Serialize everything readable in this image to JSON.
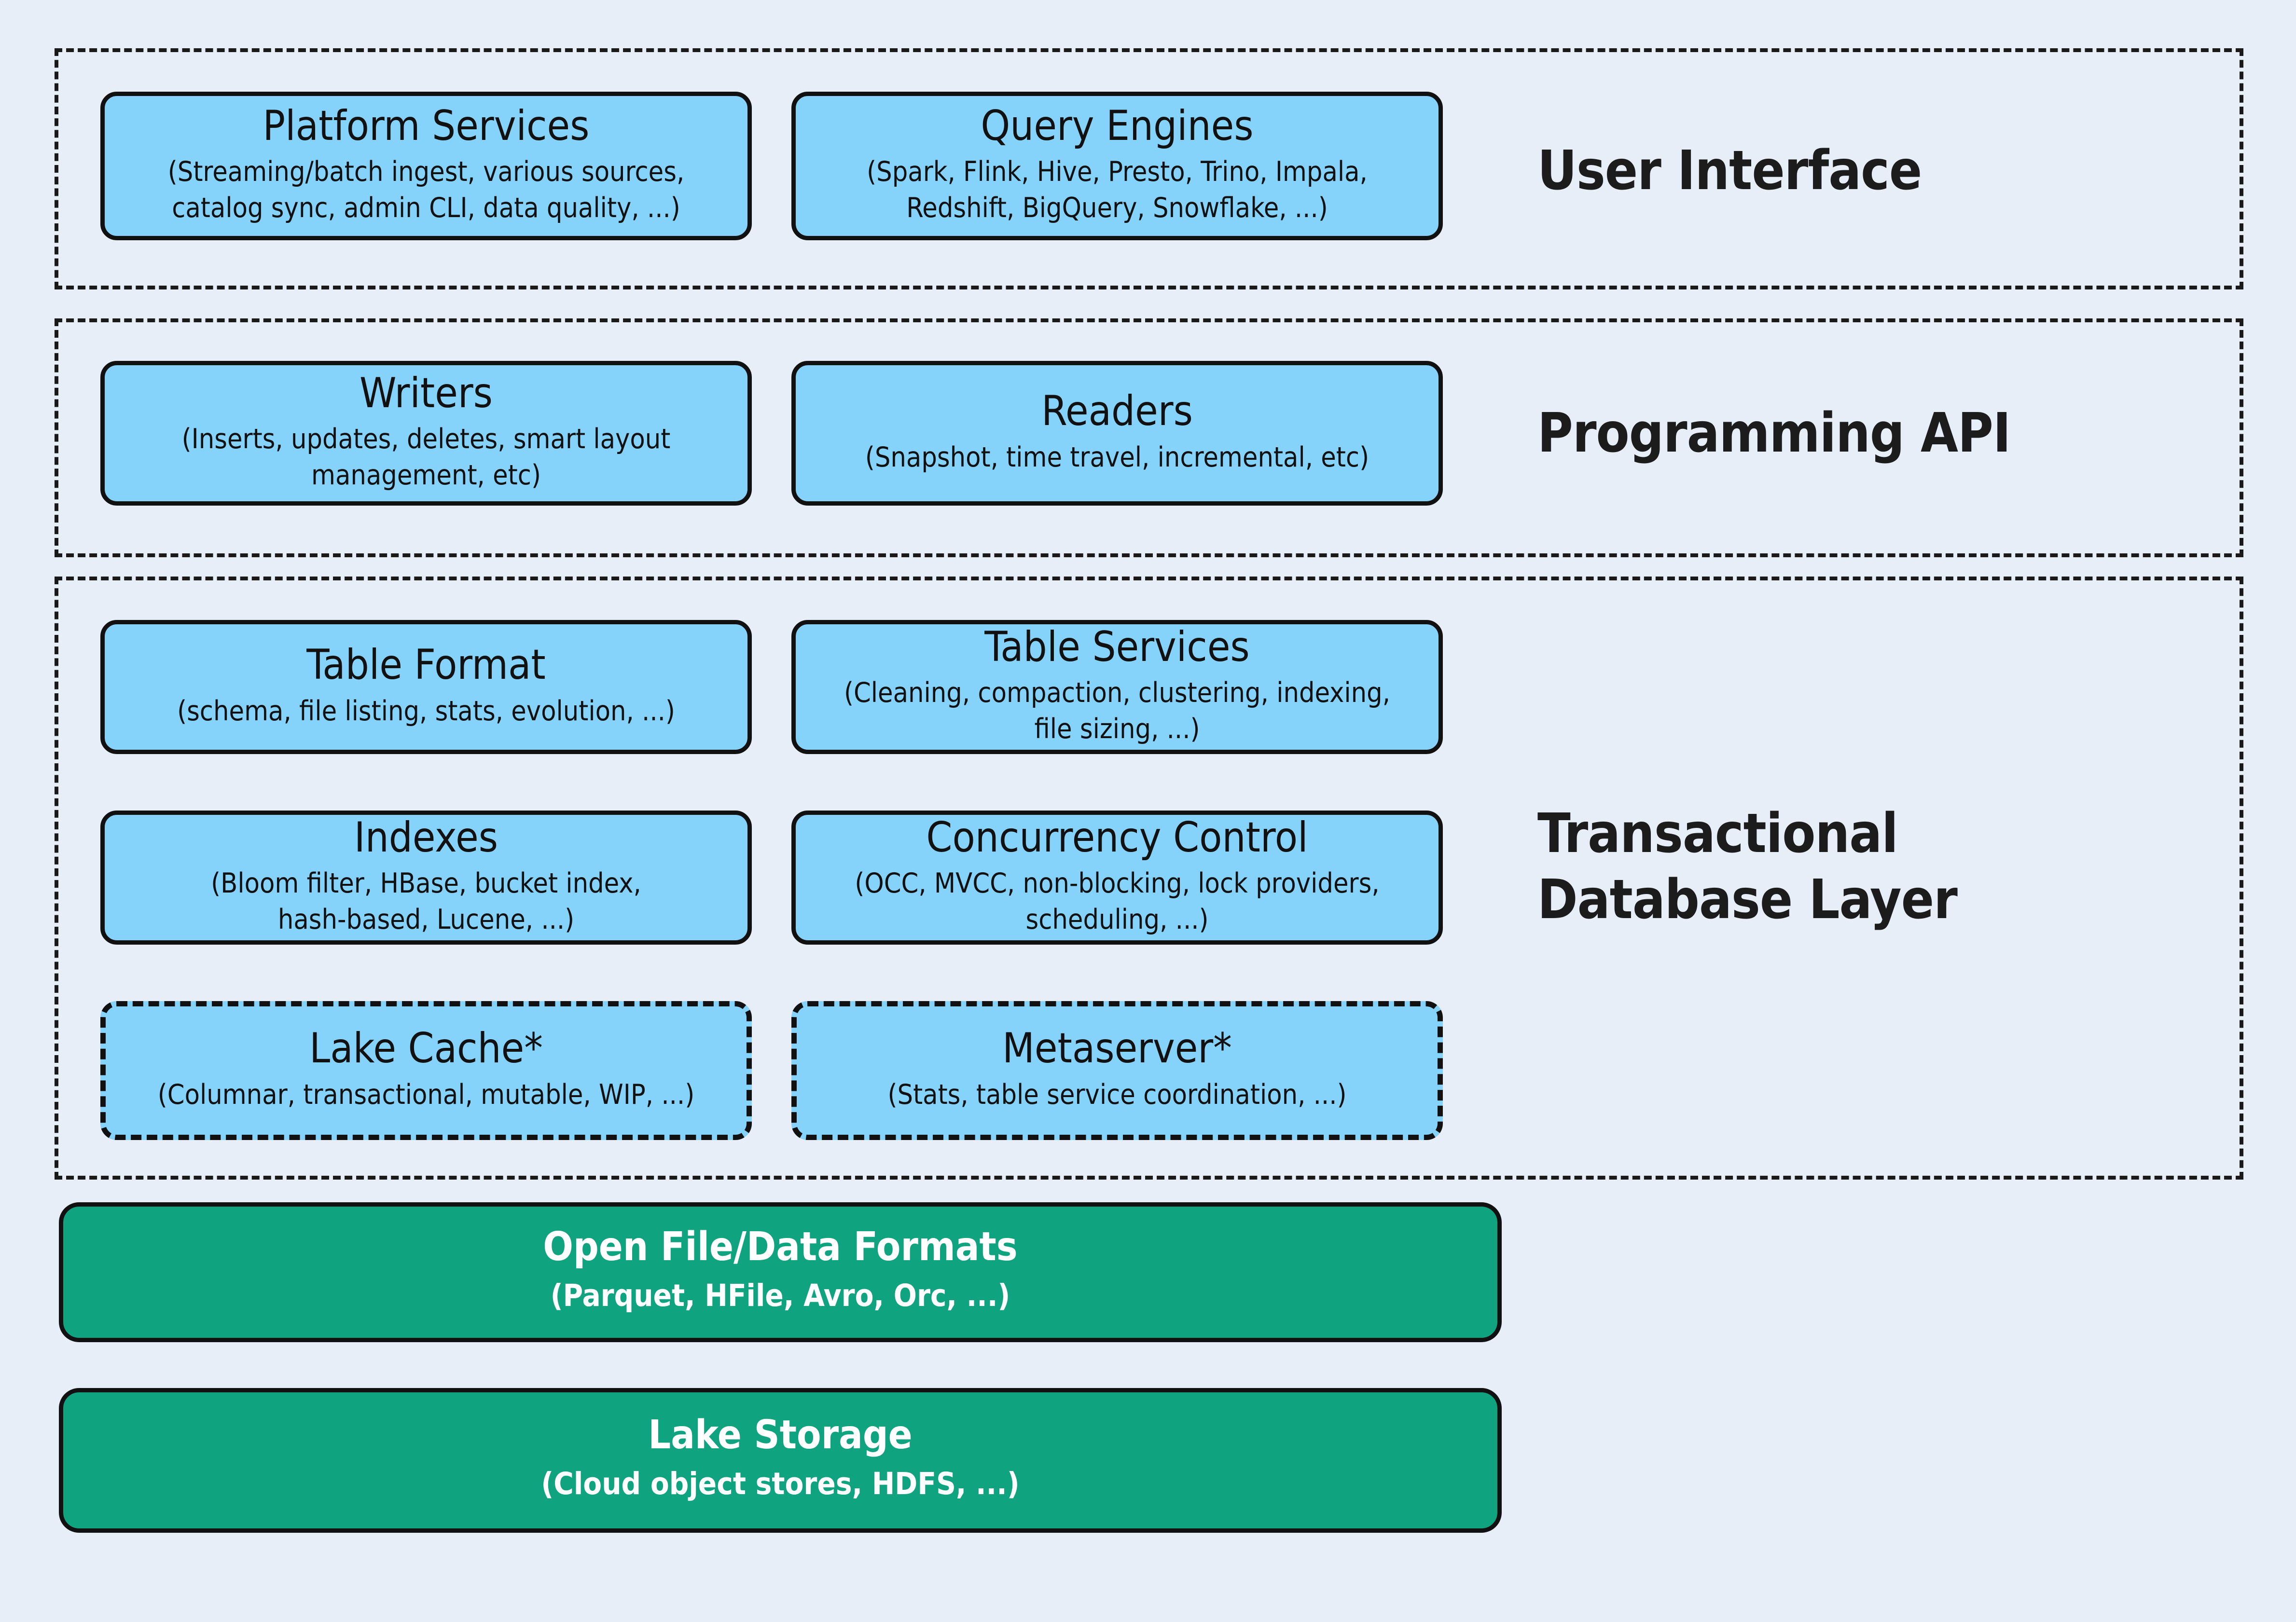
{
  "diagram": {
    "background_color": "#e8eef7",
    "accent_blue": "#85d2fb",
    "accent_green": "#10a37f",
    "stroke_color": "#111111"
  },
  "layers": [
    {
      "id": "user-interface",
      "title": "User Interface",
      "boxes": [
        {
          "id": "platform-services",
          "title": "Platform Services",
          "subtitle": "(Streaming/batch ingest, various sources,\ncatalog sync, admin CLI, data quality, ...)",
          "style": "solid"
        },
        {
          "id": "query-engines",
          "title": "Query Engines",
          "subtitle": "(Spark, Flink, Hive, Presto, Trino, Impala,\nRedshift, BigQuery, Snowflake, ...)",
          "style": "solid"
        }
      ]
    },
    {
      "id": "programming-api",
      "title": "Programming API",
      "boxes": [
        {
          "id": "writers",
          "title": "Writers",
          "subtitle": "(Inserts, updates, deletes, smart layout\nmanagement, etc)",
          "style": "solid"
        },
        {
          "id": "readers",
          "title": "Readers",
          "subtitle": "(Snapshot, time travel, incremental, etc)",
          "style": "solid"
        }
      ]
    },
    {
      "id": "transactional-database-layer",
      "title": "Transactional\nDatabase Layer",
      "boxes": [
        {
          "id": "table-format",
          "title": "Table Format",
          "subtitle": "(schema, file listing, stats, evolution, ...)",
          "style": "solid"
        },
        {
          "id": "table-services",
          "title": "Table Services",
          "subtitle": "(Cleaning, compaction, clustering, indexing,\nfile sizing, ...)",
          "style": "solid"
        },
        {
          "id": "indexes",
          "title": "Indexes",
          "subtitle": "(Bloom filter, HBase, bucket index,\nhash-based, Lucene, ...)",
          "style": "solid"
        },
        {
          "id": "concurrency-control",
          "title": "Concurrency Control",
          "subtitle": "(OCC, MVCC, non-blocking, lock providers,\nscheduling, ...)",
          "style": "solid"
        },
        {
          "id": "lake-cache",
          "title": "Lake Cache*",
          "subtitle": "(Columnar, transactional, mutable, WIP, ...)",
          "style": "dashed"
        },
        {
          "id": "metaserver",
          "title": "Metaserver*",
          "subtitle": "(Stats, table service coordination, ...)",
          "style": "dashed"
        }
      ]
    }
  ],
  "storage": [
    {
      "id": "open-file-data-formats",
      "title": "Open File/Data Formats",
      "subtitle": "(Parquet, HFile, Avro, Orc, ...)"
    },
    {
      "id": "lake-storage",
      "title": "Lake Storage",
      "subtitle": "(Cloud object stores, HDFS, ...)"
    }
  ]
}
